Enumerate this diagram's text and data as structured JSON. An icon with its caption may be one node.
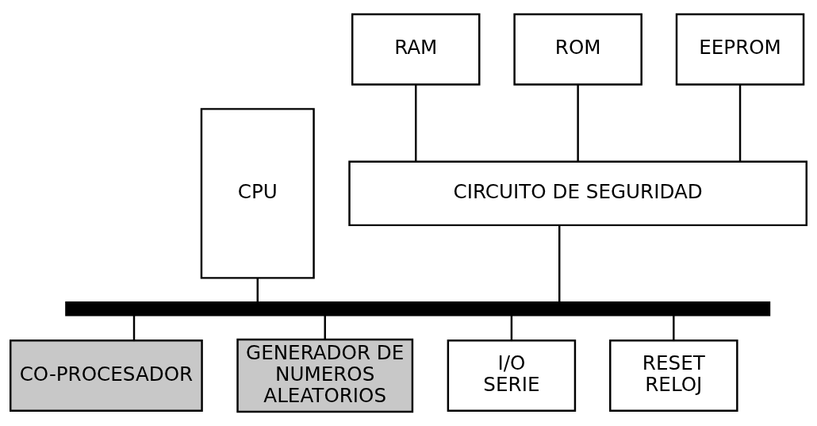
{
  "diagram": {
    "nodes": [
      {
        "text": [
          "CPU"
        ]
      },
      {
        "text": [
          "RAM"
        ]
      },
      {
        "text": [
          "ROM"
        ]
      },
      {
        "text": [
          "EEPROM"
        ]
      },
      {
        "text": [
          "CIRCUITO DE SEGURIDAD"
        ]
      },
      {
        "text": [],
        "shape": "bar"
      },
      {
        "text": [
          "CO-PROCESADOR"
        ]
      },
      {
        "text": [
          "GENERADOR DE NUMEROS ALEATORIOS"
        ]
      },
      {
        "text": [
          "I/O SERIE"
        ]
      },
      {
        "text": [
          "RESET RELOJ"
        ]
      }
    ],
    "edges": [
      {
        "from": 1,
        "to": 4,
        "arrow": "none"
      },
      {
        "from": 2,
        "to": 4,
        "arrow": "none"
      },
      {
        "from": 3,
        "to": 4,
        "arrow": "none"
      },
      {
        "from": 0,
        "to": 5,
        "arrow": "none"
      },
      {
        "from": 4,
        "to": 5,
        "arrow": "none"
      },
      {
        "from": 5,
        "to": 6,
        "arrow": "none"
      },
      {
        "from": 5,
        "to": 7,
        "arrow": "none"
      },
      {
        "from": 5,
        "to": 8,
        "arrow": "none"
      },
      {
        "from": 5,
        "to": 9,
        "arrow": "none"
      }
    ]
  }
}
